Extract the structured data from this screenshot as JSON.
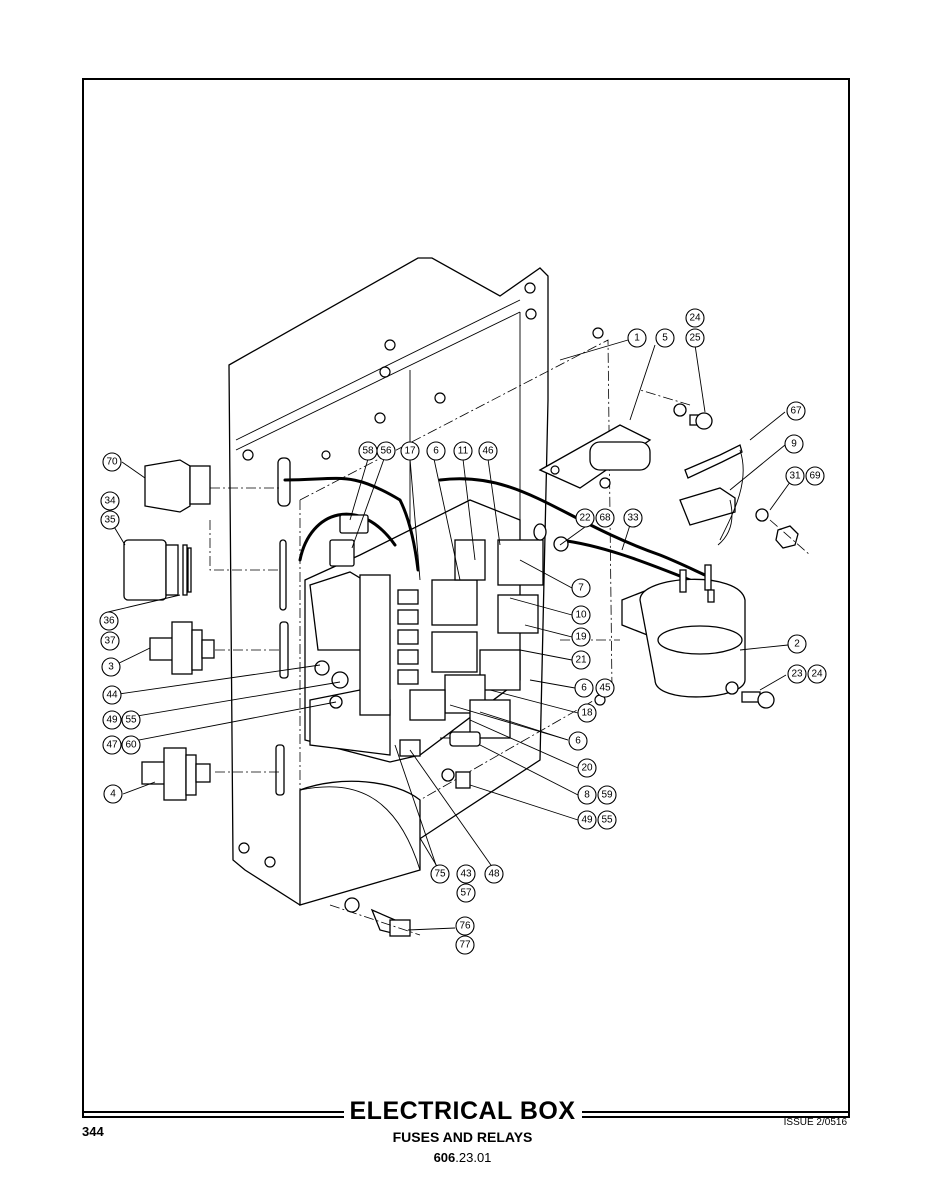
{
  "title": "ELECTRICAL BOX",
  "subtitle": "FUSES AND RELAYS",
  "reference": {
    "bold": "606",
    "rest": ".23.01"
  },
  "page_number": "344",
  "issue": "ISSUE 2/0516",
  "callouts": [
    {
      "id": "c1",
      "label": "1"
    },
    {
      "id": "c5",
      "label": "5"
    },
    {
      "id": "c24a",
      "label": "24"
    },
    {
      "id": "c25",
      "label": "25"
    },
    {
      "id": "c67",
      "label": "67"
    },
    {
      "id": "c9",
      "label": "9"
    },
    {
      "id": "c31",
      "label": "31"
    },
    {
      "id": "c69",
      "label": "69"
    },
    {
      "id": "c70",
      "label": "70"
    },
    {
      "id": "c58",
      "label": "58"
    },
    {
      "id": "c56",
      "label": "56"
    },
    {
      "id": "c17",
      "label": "17"
    },
    {
      "id": "c6a",
      "label": "6"
    },
    {
      "id": "c11",
      "label": "11"
    },
    {
      "id": "c46",
      "label": "46"
    },
    {
      "id": "c34",
      "label": "34"
    },
    {
      "id": "c35",
      "label": "35"
    },
    {
      "id": "c22",
      "label": "22"
    },
    {
      "id": "c68",
      "label": "68"
    },
    {
      "id": "c33",
      "label": "33"
    },
    {
      "id": "c7",
      "label": "7"
    },
    {
      "id": "c10",
      "label": "10"
    },
    {
      "id": "c36",
      "label": "36"
    },
    {
      "id": "c37",
      "label": "37"
    },
    {
      "id": "c19",
      "label": "19"
    },
    {
      "id": "c2",
      "label": "2"
    },
    {
      "id": "c3",
      "label": "3"
    },
    {
      "id": "c21",
      "label": "21"
    },
    {
      "id": "c6b",
      "label": "6"
    },
    {
      "id": "c45",
      "label": "45"
    },
    {
      "id": "c23",
      "label": "23"
    },
    {
      "id": "c24b",
      "label": "24"
    },
    {
      "id": "c44",
      "label": "44"
    },
    {
      "id": "c18",
      "label": "18"
    },
    {
      "id": "c49a",
      "label": "49"
    },
    {
      "id": "c55a",
      "label": "55"
    },
    {
      "id": "c47",
      "label": "47"
    },
    {
      "id": "c60",
      "label": "60"
    },
    {
      "id": "c6c",
      "label": "6"
    },
    {
      "id": "c20",
      "label": "20"
    },
    {
      "id": "c8",
      "label": "8"
    },
    {
      "id": "c59",
      "label": "59"
    },
    {
      "id": "c4",
      "label": "4"
    },
    {
      "id": "c49b",
      "label": "49"
    },
    {
      "id": "c55b",
      "label": "55"
    },
    {
      "id": "c75",
      "label": "75"
    },
    {
      "id": "c43",
      "label": "43"
    },
    {
      "id": "c48",
      "label": "48"
    },
    {
      "id": "c57",
      "label": "57"
    },
    {
      "id": "c76",
      "label": "76"
    },
    {
      "id": "c77",
      "label": "77"
    }
  ]
}
